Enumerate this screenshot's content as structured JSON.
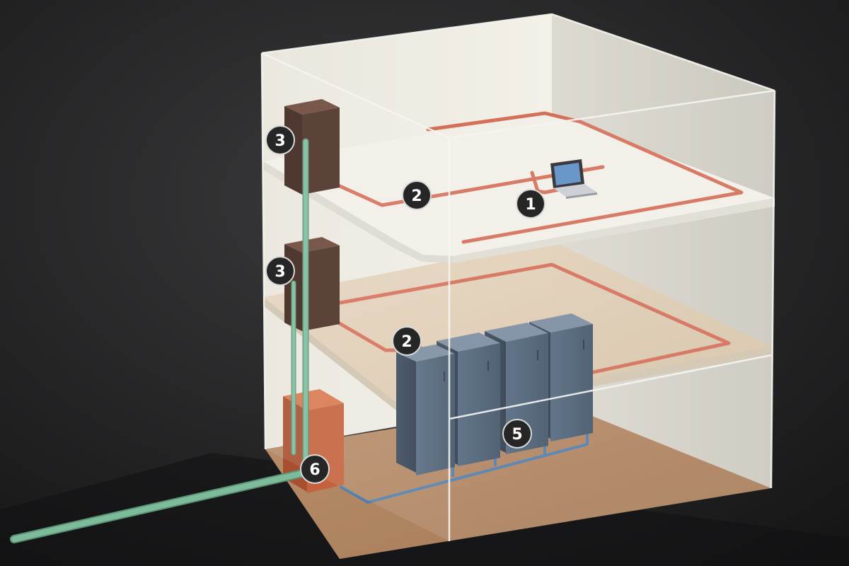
{
  "diagram": {
    "callouts": {
      "upper_closet": "3",
      "mid_closet": "3",
      "top_floor_cabling": "2",
      "mid_floor_cabling": "2",
      "workstation": "1",
      "equipment_room": "5",
      "entrance_facility": "6"
    },
    "colors": {
      "background": "#1e1e1f",
      "horizontal_cabling": "#d4705a",
      "backbone_cabling": "#7dbb9b",
      "equipment_cabling": "#4f7fb0",
      "telecom_closet": "#4a2e24",
      "entrance_box": "#c4623d",
      "server_rack": "#4e6176",
      "badge": "#262626"
    },
    "icons": [
      "laptop-icon",
      "server-rack-icon",
      "telecom-closet-icon",
      "entrance-facility-icon"
    ]
  }
}
